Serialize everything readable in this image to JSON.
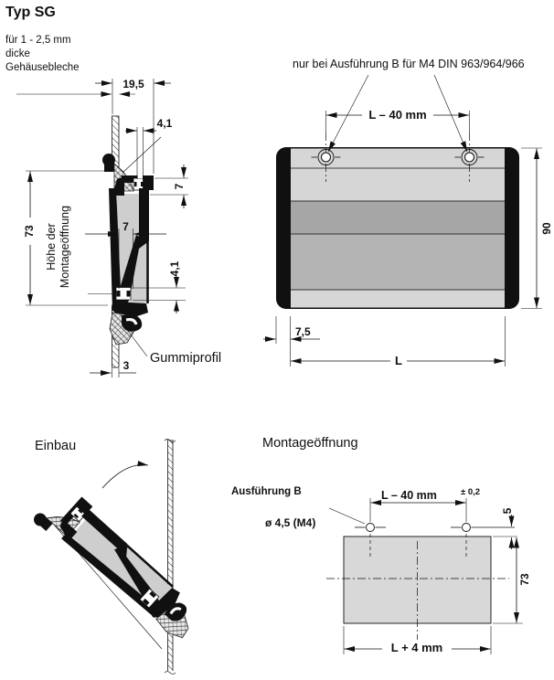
{
  "title": "Typ SG",
  "plate_note": [
    "für 1 - 2,5 mm",
    "dicke",
    "Gehäusebleche"
  ],
  "top_note": "nur bei Ausführung B für M4 DIN 963/964/966",
  "cross_section": {
    "dim_width": "19,5",
    "dim_hole_top": "4,1",
    "dim_flange": "7",
    "dim_height": "73",
    "height_label_1": "Höhe der",
    "height_label_2": "Montageöffnung",
    "dim_channel": "7",
    "dim_hole_bottom": "4,1",
    "dim_gap": "3",
    "rubber_label": "Gummiprofil"
  },
  "front_view": {
    "dim_hole_spacing": "L – 40 mm",
    "dim_height": "90",
    "dim_cap": "7,5",
    "dim_length": "L"
  },
  "einbau": {
    "heading": "Einbau"
  },
  "montage": {
    "heading": "Montageöffnung",
    "variant_label": "Ausführung B",
    "hole_label": "ø 4,5 (M4)",
    "dim_hole_spacing": "L – 40 mm",
    "tolerance": "± 0,2",
    "dim_edge": "5",
    "dim_height": "73",
    "dim_length": "L + 4 mm"
  },
  "colors": {
    "band_light": "#d6d6d6",
    "band_mid_dark": "#a6a6a6",
    "band_mid": "#b4b4b4",
    "interior_gray": "#cecece",
    "opening_gray": "#d8d8d8"
  }
}
